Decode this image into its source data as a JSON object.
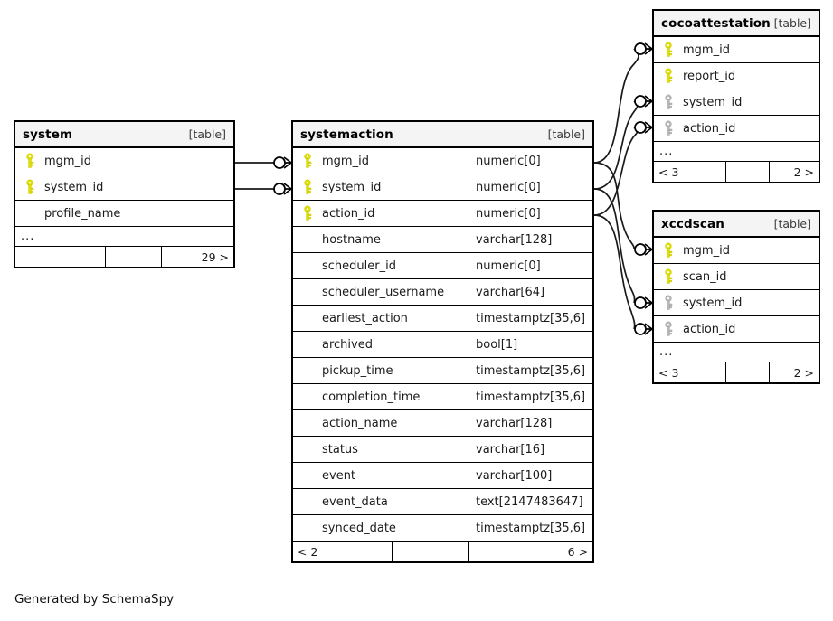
{
  "diagram": {
    "generator_note": "Generated by SchemaSpy",
    "table_tag": "[table]",
    "ellipsis": "...",
    "colors": {
      "primary_key": "#dede00",
      "foreign_key": "#b0b0b0",
      "border": "#000000",
      "header_bg": "#f4f4f4",
      "background": "#ffffff"
    }
  },
  "tables": [
    {
      "id": "system",
      "name": "system",
      "tag": "[table]",
      "columns": [
        {
          "name": "mgm_id",
          "type": "",
          "key": "primary"
        },
        {
          "name": "system_id",
          "type": "",
          "key": "primary"
        },
        {
          "name": "profile_name",
          "type": "",
          "key": "none"
        }
      ],
      "ellipsis": "...",
      "footer": {
        "left": "",
        "middle": "",
        "right": "29 >"
      }
    },
    {
      "id": "systemaction",
      "name": "systemaction",
      "tag": "[table]",
      "columns": [
        {
          "name": "mgm_id",
          "type": "numeric[0]",
          "key": "primary"
        },
        {
          "name": "system_id",
          "type": "numeric[0]",
          "key": "primary"
        },
        {
          "name": "action_id",
          "type": "numeric[0]",
          "key": "primary"
        },
        {
          "name": "hostname",
          "type": "varchar[128]",
          "key": "none"
        },
        {
          "name": "scheduler_id",
          "type": "numeric[0]",
          "key": "none"
        },
        {
          "name": "scheduler_username",
          "type": "varchar[64]",
          "key": "none"
        },
        {
          "name": "earliest_action",
          "type": "timestamptz[35,6]",
          "key": "none"
        },
        {
          "name": "archived",
          "type": "bool[1]",
          "key": "none"
        },
        {
          "name": "pickup_time",
          "type": "timestamptz[35,6]",
          "key": "none"
        },
        {
          "name": "completion_time",
          "type": "timestamptz[35,6]",
          "key": "none"
        },
        {
          "name": "action_name",
          "type": "varchar[128]",
          "key": "none"
        },
        {
          "name": "status",
          "type": "varchar[16]",
          "key": "none"
        },
        {
          "name": "event",
          "type": "varchar[100]",
          "key": "none"
        },
        {
          "name": "event_data",
          "type": "text[2147483647]",
          "key": "none"
        },
        {
          "name": "synced_date",
          "type": "timestamptz[35,6]",
          "key": "none"
        }
      ],
      "footer": {
        "left": "< 2",
        "middle": "",
        "right": "6 >"
      }
    },
    {
      "id": "cocoattestation",
      "name": "cocoattestation",
      "tag": "[table]",
      "columns": [
        {
          "name": "mgm_id",
          "type": "",
          "key": "primary"
        },
        {
          "name": "report_id",
          "type": "",
          "key": "primary"
        },
        {
          "name": "system_id",
          "type": "",
          "key": "foreign"
        },
        {
          "name": "action_id",
          "type": "",
          "key": "foreign"
        }
      ],
      "ellipsis": "...",
      "footer": {
        "left": "< 3",
        "middle": "",
        "right": "2 >"
      }
    },
    {
      "id": "xccdscan",
      "name": "xccdscan",
      "tag": "[table]",
      "columns": [
        {
          "name": "mgm_id",
          "type": "",
          "key": "primary"
        },
        {
          "name": "scan_id",
          "type": "",
          "key": "primary"
        },
        {
          "name": "system_id",
          "type": "",
          "key": "foreign"
        },
        {
          "name": "action_id",
          "type": "",
          "key": "foreign"
        }
      ],
      "ellipsis": "...",
      "footer": {
        "left": "< 3",
        "middle": "",
        "right": "2 >"
      }
    }
  ],
  "relationships": [
    {
      "from": "system.mgm_id",
      "to": "systemaction.mgm_id",
      "notation": "zero-or-many"
    },
    {
      "from": "system.system_id",
      "to": "systemaction.system_id",
      "notation": "zero-or-many"
    },
    {
      "from": "systemaction.mgm_id",
      "to": "cocoattestation.mgm_id",
      "notation": "zero-or-many"
    },
    {
      "from": "systemaction.system_id",
      "to": "cocoattestation.system_id",
      "notation": "zero-or-many"
    },
    {
      "from": "systemaction.action_id",
      "to": "cocoattestation.action_id",
      "notation": "zero-or-many"
    },
    {
      "from": "systemaction.mgm_id",
      "to": "xccdscan.mgm_id",
      "notation": "zero-or-many"
    },
    {
      "from": "systemaction.system_id",
      "to": "xccdscan.system_id",
      "notation": "zero-or-many"
    },
    {
      "from": "systemaction.action_id",
      "to": "xccdscan.action_id",
      "notation": "zero-or-many"
    }
  ]
}
